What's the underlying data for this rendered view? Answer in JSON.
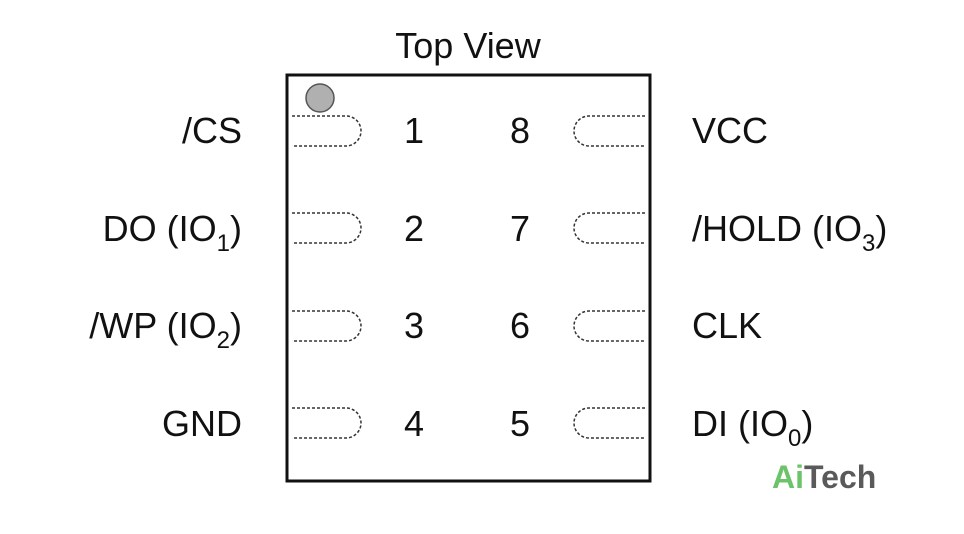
{
  "title": "Top View",
  "left_pins": [
    {
      "number": "1",
      "name": "/CS",
      "sub": "",
      "suffix": ""
    },
    {
      "number": "2",
      "name": "DO (IO",
      "sub": "1",
      "suffix": ")"
    },
    {
      "number": "3",
      "name": "/WP (IO",
      "sub": "2",
      "suffix": ")"
    },
    {
      "number": "4",
      "name": "GND",
      "sub": "",
      "suffix": ""
    }
  ],
  "right_pins": [
    {
      "number": "8",
      "name": "VCC",
      "sub": "",
      "suffix": ""
    },
    {
      "number": "7",
      "name": "/HOLD (IO",
      "sub": "3",
      "suffix": ")"
    },
    {
      "number": "6",
      "name": "CLK",
      "sub": "",
      "suffix": ""
    },
    {
      "number": "5",
      "name": "DI (IO",
      "sub": "0",
      "suffix": ")"
    }
  ],
  "brand": {
    "part1": "Ai",
    "part2": "Tech"
  },
  "colors": {
    "outline": "#111111",
    "pin1_marker": "#b0b0b0",
    "brand_green": "#6cc36a",
    "brand_gray": "#5a5a5a"
  }
}
